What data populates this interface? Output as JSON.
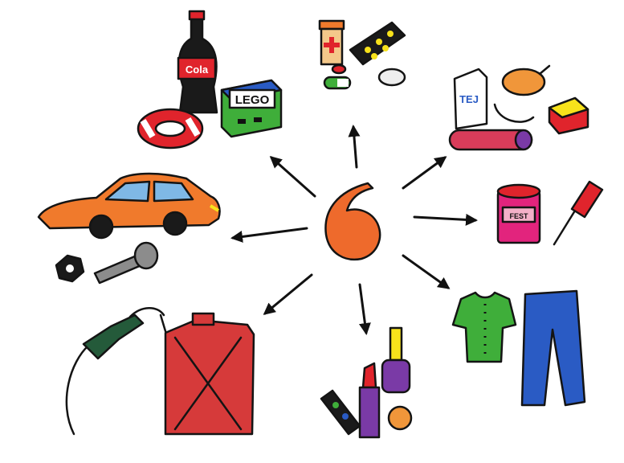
{
  "center": {
    "icon": "sixty-six-quote-symbol",
    "color": "#ee6a2c"
  },
  "hand_lettering": {
    "cola_bottle_text": "Cola",
    "toy_box_text": "LEGO",
    "milk_carton_text": "TEJ",
    "paint_can_text": "FEST"
  },
  "groups": [
    {
      "id": "toys-drinks",
      "items": [
        "cola-bottle",
        "swim-ring",
        "lego-box"
      ]
    },
    {
      "id": "pharmacy",
      "items": [
        "pill-bottle",
        "blister-pack",
        "capsule",
        "tablet"
      ]
    },
    {
      "id": "food",
      "items": [
        "milk-carton",
        "roast-chicken",
        "sausage",
        "cheese",
        "salami"
      ]
    },
    {
      "id": "paint",
      "items": [
        "paint-can",
        "paint-brush"
      ]
    },
    {
      "id": "clothing",
      "items": [
        "green-shirt",
        "blue-jeans"
      ]
    },
    {
      "id": "cosmetics",
      "items": [
        "nail-polish",
        "lipstick",
        "eyeshadow",
        "perfume"
      ]
    },
    {
      "id": "fuel",
      "items": [
        "fuel-nozzle",
        "jerry-can"
      ]
    },
    {
      "id": "car-parts",
      "items": [
        "orange-car",
        "hex-nut",
        "bolt"
      ]
    }
  ],
  "colors": {
    "orange": "#ee6a2c",
    "red": "#e0242c",
    "green": "#3fae3a",
    "blue": "#2a5bc4",
    "yellow": "#f7e21b",
    "magenta": "#e2247d",
    "purple": "#7a3aa6",
    "gray": "#8c8c8c"
  }
}
